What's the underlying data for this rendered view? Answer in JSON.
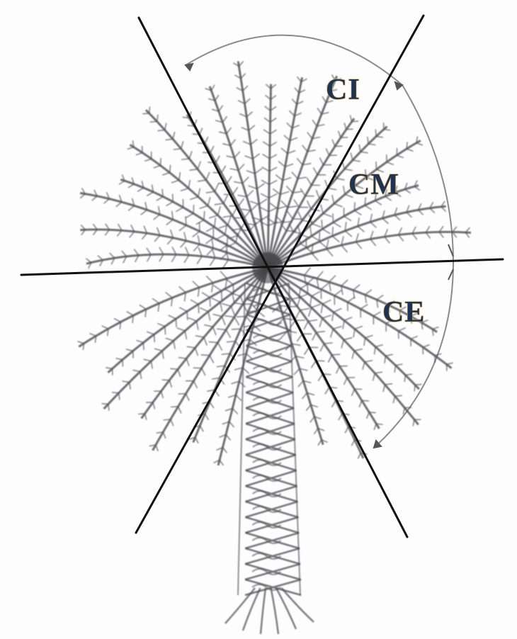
{
  "diagram": {
    "labels": {
      "ci": "CI",
      "cm": "CM",
      "ce": "CE"
    },
    "colors": {
      "label_text": "#1d3457",
      "label_glow": "#d9a441",
      "axis_line": "#111111",
      "frond": "#55555a",
      "trunk": "#4a4a4f",
      "arc": "#8a8a8a"
    },
    "icons": {
      "palm": "date-palm-illustration",
      "arrow": "arc-arrowhead"
    }
  }
}
